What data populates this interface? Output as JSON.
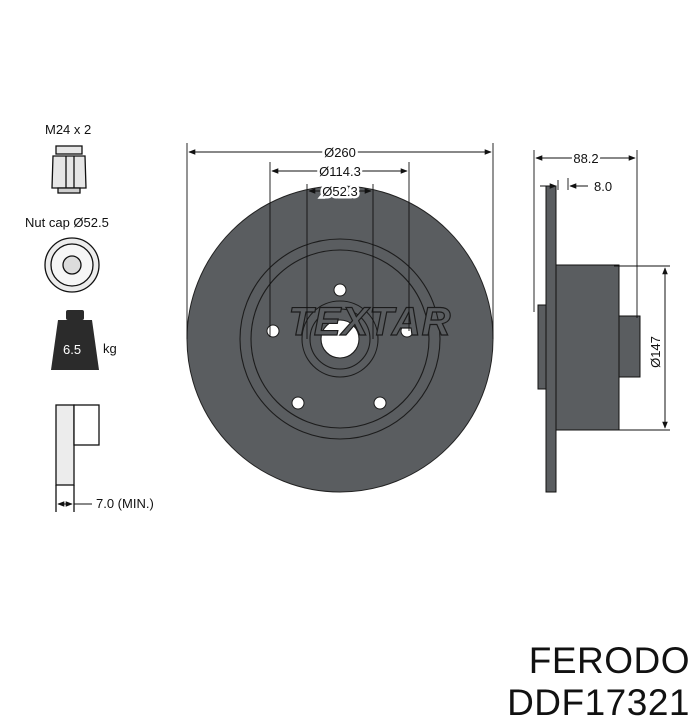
{
  "nut": {
    "thread_label": "M24 x 2",
    "cap_label": "Nut cap Ø52.5"
  },
  "weight": {
    "value": "6.5",
    "unit": "kg"
  },
  "min_thickness": {
    "label": "7.0 (MIN.)"
  },
  "disc": {
    "brand_watermark": "TEXTAR",
    "dim_outer": "Ø260",
    "dim_pcd": "Ø114.3",
    "dim_center": "Ø52.3"
  },
  "side_view": {
    "dim_height": "88.2",
    "dim_thickness": "8.0",
    "dim_hub": "Ø147"
  },
  "caption": "FERODO DDF17321",
  "colors": {
    "disc_fill": "#5a5d60",
    "line": "#111111",
    "background": "#ffffff"
  }
}
